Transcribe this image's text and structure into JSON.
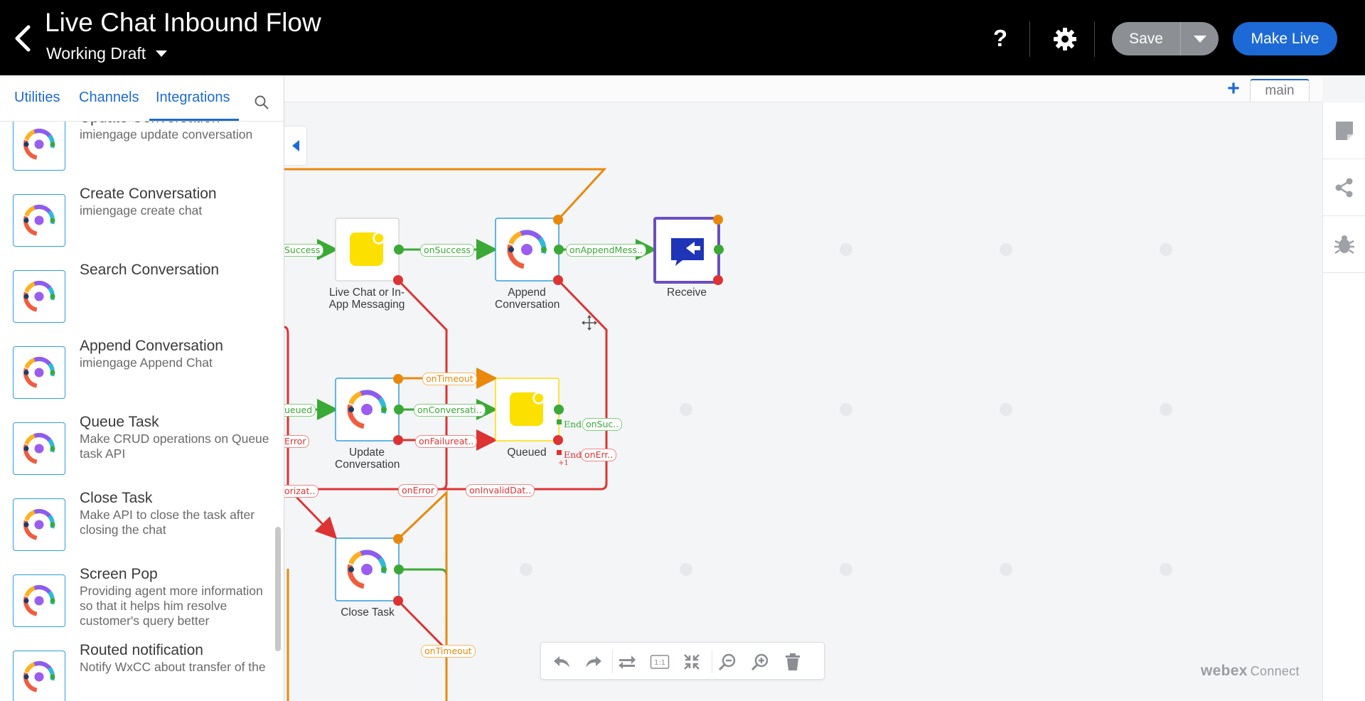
{
  "header": {
    "flow_title": "Live Chat Inbound Flow",
    "version_label": "Working Draft",
    "help_label": "?",
    "save_label": "Save",
    "make_live_label": "Make Live"
  },
  "palette": {
    "tabs": [
      "Utilities",
      "Channels",
      "Integrations"
    ],
    "active_tab": "Integrations",
    "items": [
      {
        "name": "Update Conversation",
        "description": "imiengage update conversation",
        "icon": "imiengage-icon"
      },
      {
        "name": "Create Conversation",
        "description": "imiengage create chat",
        "icon": "imiengage-icon"
      },
      {
        "name": "Search Conversation",
        "description": "",
        "icon": "imiengage-icon"
      },
      {
        "name": "Append Conversation",
        "description": "imiengage Append Chat",
        "icon": "imiengage-icon"
      },
      {
        "name": "Queue Task",
        "description": "Make CRUD operations on Queue task API",
        "icon": "imiengage-icon"
      },
      {
        "name": "Close Task",
        "description": "Make API to close the task after closing the chat",
        "icon": "imiengage-icon"
      },
      {
        "name": "Screen Pop",
        "description": "Providing agent more information so that it helps him resolve customer's query better",
        "icon": "imiengage-icon"
      },
      {
        "name": "Routed notification",
        "description": "Notify WxCC about transfer of the",
        "icon": "imiengage-icon"
      }
    ]
  },
  "canvas": {
    "add_tab_label": "+",
    "active_flow_tab": "main",
    "nodes": [
      {
        "label": "Live Chat or In-App Messaging",
        "kind": "live-chat"
      },
      {
        "label": "Append Conversation",
        "kind": "imiengage"
      },
      {
        "label": "Receive",
        "kind": "receive"
      },
      {
        "label": "Update Conversation",
        "kind": "imiengage"
      },
      {
        "label": "Queued",
        "kind": "live-chat"
      },
      {
        "label": "Close Task",
        "kind": "imiengage"
      }
    ],
    "edge_labels": {
      "success_in": "Success",
      "on_success": "onSuccess",
      "on_append_message": "onAppendMess..",
      "queued_in": "ueued",
      "error_in": "Error",
      "on_timeout": "onTimeout",
      "on_conversation": "onConversati..",
      "on_failure": "onFailureat..",
      "on_end_success": "onSuc..",
      "on_end_error": "onErr..",
      "end_1": "End",
      "end_2": "End",
      "more_count": "+1",
      "authorization_in": "orizat..",
      "on_error": "onError",
      "on_invalid_data": "onInvalidDat..",
      "on_timeout_2": "onTimeout"
    }
  },
  "toolbar": {
    "zoom_reset_label": "1:1",
    "tools": [
      "undo-icon",
      "redo-icon",
      "swap-icon",
      "zoom-reset-icon",
      "collapse-icon",
      "zoom-out-icon",
      "zoom-in-icon",
      "trash-icon"
    ]
  },
  "brand": {
    "name": "webex",
    "product": "Connect"
  },
  "colors": {
    "accent": "#1d6ad6",
    "success": "#3aa935",
    "timeout": "#e8890c",
    "error": "#d33333",
    "receive_border": "#6a4fc0"
  }
}
